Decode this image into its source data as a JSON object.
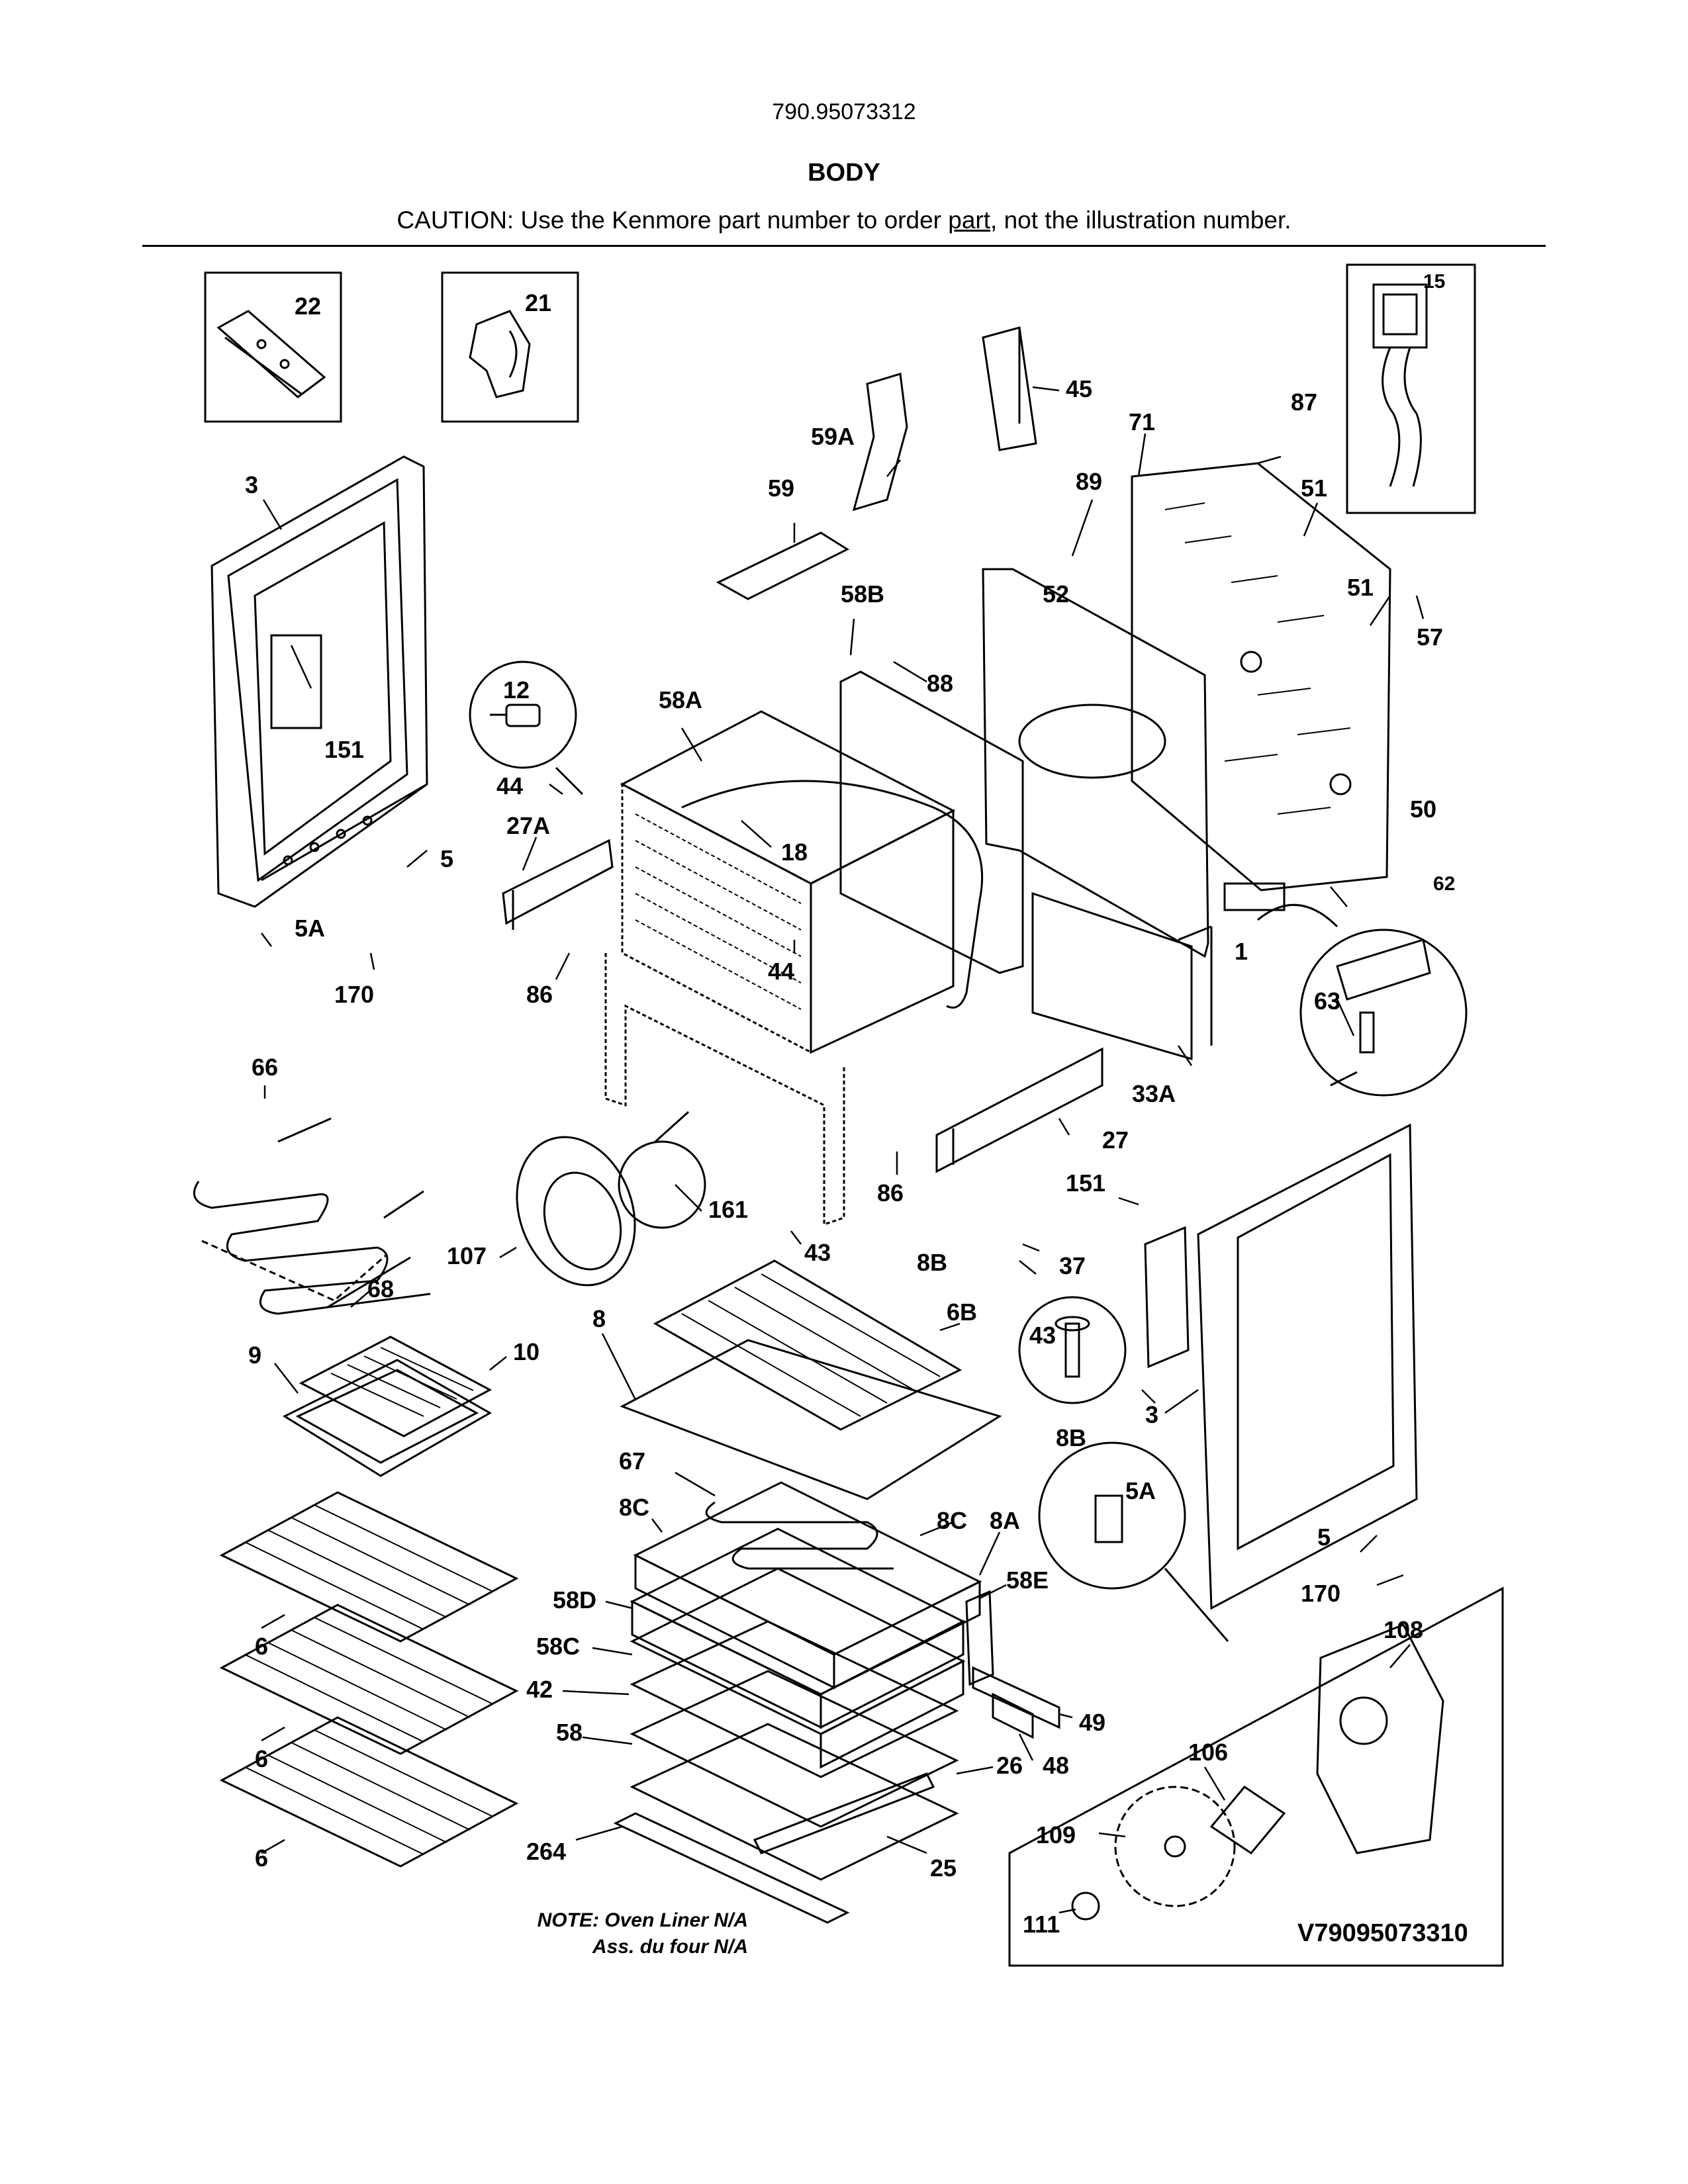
{
  "header": {
    "model_number": "790.95073312",
    "section_title": "BODY",
    "caution_prefix": "CAUTION: Use the Kenmore part number to order ",
    "caution_underlined": "part",
    "caution_suffix": ", not the illustration number."
  },
  "note": {
    "line1": "NOTE: Oven Liner N/A",
    "line2": "Ass. du four N/A"
  },
  "drawing_code": "V79095073310",
  "callouts": {
    "c22": "22",
    "c21": "21",
    "c15": "15",
    "c45": "45",
    "c59A": "59A",
    "c59": "59",
    "c71": "71",
    "c87": "87",
    "c89": "89",
    "c51a": "51",
    "c51b": "51",
    "c57": "57",
    "c52": "52",
    "c58B": "58B",
    "c88": "88",
    "c58A": "58A",
    "c12": "12",
    "c3a": "3",
    "c151a": "151",
    "c44a": "44",
    "c27A": "27A",
    "c18": "18",
    "c5a": "5",
    "c5Aa": "5A",
    "c170a": "170",
    "c86a": "86",
    "c44b": "44",
    "c50": "50",
    "c62": "62",
    "c63": "63",
    "c1": "1",
    "c33A": "33A",
    "c27": "27",
    "c66": "66",
    "c161": "161",
    "c86b": "86",
    "c151b": "151",
    "c107": "107",
    "c43a": "43",
    "c8Ba": "8B",
    "c37": "37",
    "c68": "68",
    "c6B": "6B",
    "c8": "8",
    "c9": "9",
    "c10": "10",
    "c43b": "43",
    "c3b": "3",
    "c8Bb": "8B",
    "c67": "67",
    "c5Ab": "5A",
    "c8Ca": "8C",
    "c8Cb": "8C",
    "c8A": "8A",
    "c5b": "5",
    "c58D": "58D",
    "c58E": "58E",
    "c170b": "170",
    "c108": "108",
    "c6a": "6",
    "c58C": "58C",
    "c42": "42",
    "c49": "49",
    "c6b": "6",
    "c58": "58",
    "c26": "26",
    "c48": "48",
    "c106": "106",
    "c109": "109",
    "c6c": "6",
    "c264": "264",
    "c25": "25",
    "c111": "111"
  }
}
